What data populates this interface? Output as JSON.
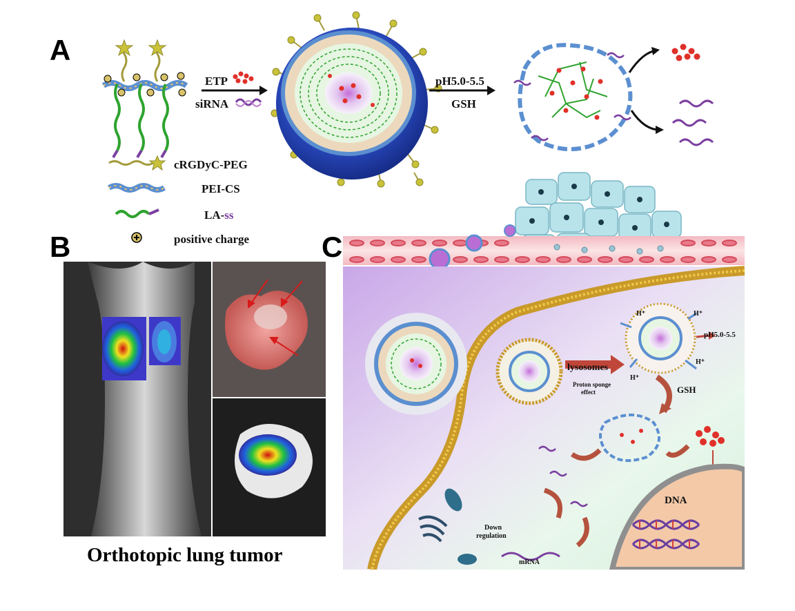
{
  "panels": {
    "a": "A",
    "b": "B",
    "c": "C"
  },
  "panel_a": {
    "arrow1_top": "ETP",
    "arrow1_bottom": "siRNA",
    "arrow2_top": "pH5.0-5.5",
    "arrow2_bottom": "GSH",
    "legend": {
      "peg": "cRGDyC-PEG",
      "pei": "PEI-CS",
      "la_prefix": "LA-",
      "la_suffix": "ss",
      "charge": "positive charge"
    },
    "colors": {
      "peg": "#a39a3a",
      "pei": "#5b8fd0",
      "la": "#2fa32f",
      "ss": "#7b3fa0",
      "drug": "#e0302a",
      "sphere": "#1d3fa8"
    }
  },
  "panel_b": {
    "caption": "Orthotopic lung tumor"
  },
  "panel_c": {
    "lysosomes": "lysosomes",
    "proton_line1": "Proton sponge",
    "proton_line2": "effect",
    "ph": "pH5.0-5.5",
    "gsh": "GSH",
    "h_plus": "H⁺",
    "dna": "DNA",
    "down_line1": "Down",
    "down_line2": "regulation",
    "mrna": "mRNA"
  }
}
